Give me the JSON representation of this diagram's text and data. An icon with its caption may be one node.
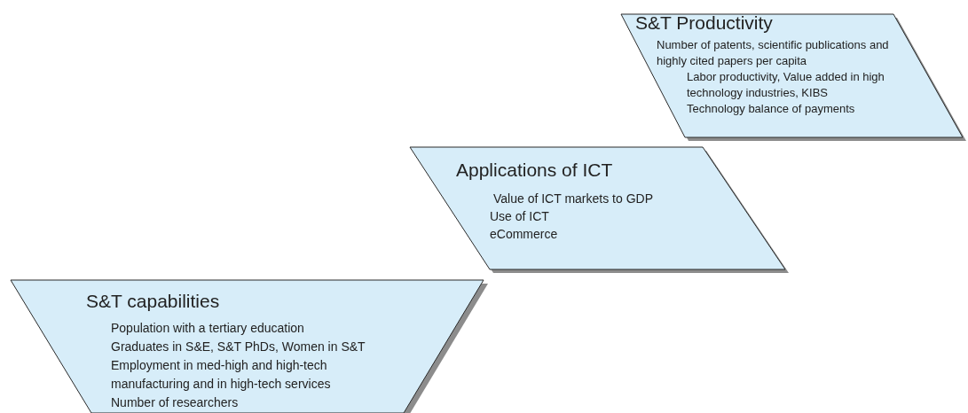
{
  "diagram": {
    "nodes": [
      {
        "text": [
          "S&T Productivity",
          "Number of patents, scientific publications and highly cited papers per capita",
          "Labor productivity, Value added in high technology industries, KIBS",
          "Technology balance of payments"
        ]
      },
      {
        "text": [
          "Applications of ICT",
          "Value of ICT markets to GDP",
          "Use of ICT",
          "eCommerce"
        ]
      },
      {
        "text": [
          "S&T capabilities",
          "Population with a tertiary education",
          "Graduates in S&E, S&T PhDs, Women in S&T",
          "Employment in med-high and high-tech manufacturing and in high-tech services",
          "Number of researchers"
        ]
      }
    ]
  }
}
